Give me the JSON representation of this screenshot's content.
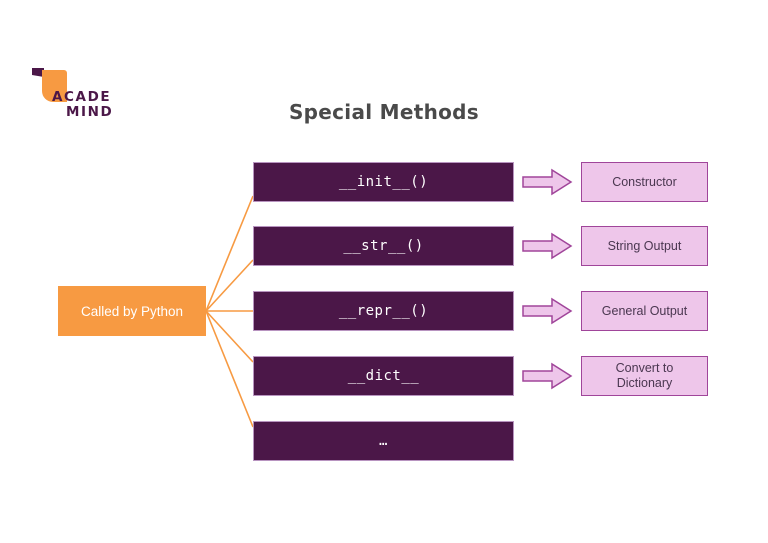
{
  "slide": {
    "title": "Special Methods",
    "background_color": "#ffffff",
    "title_color": "#4a4a4a"
  },
  "logo": {
    "line1": "ACADE",
    "line2": "MIND",
    "mark_icon": "academind-flag-icon",
    "mark_color": "#f79a42",
    "accent_color": "#4b1748",
    "text_color": "#4b1748"
  },
  "source": {
    "label": "Called by Python",
    "fill_color": "#f79a42",
    "text_color": "#ffffff"
  },
  "connector": {
    "color": "#f79a42",
    "icon": "fan-out-lines-icon"
  },
  "methods": [
    {
      "name": "__init__()",
      "arrow_icon": "arrow-right-icon",
      "result": "Constructor",
      "result_lines": [
        "Constructor"
      ],
      "has_result": true
    },
    {
      "name": "__str__()",
      "arrow_icon": "arrow-right-icon",
      "result": "String Output",
      "result_lines": [
        "String Output"
      ],
      "has_result": true
    },
    {
      "name": "__repr__()",
      "arrow_icon": "arrow-right-icon",
      "result": "General Output",
      "result_lines": [
        "General Output"
      ],
      "has_result": true
    },
    {
      "name": "__dict__",
      "arrow_icon": "arrow-right-icon",
      "result": "Convert to Dictionary",
      "result_lines": [
        "Convert to",
        "Dictionary"
      ],
      "has_result": true
    },
    {
      "name": "…",
      "arrow_icon": "",
      "result": "",
      "result_lines": [],
      "has_result": false
    }
  ],
  "colors": {
    "method_box_fill": "#4b1748",
    "method_box_border": "#b894c0",
    "method_text": "#ffffff",
    "result_fill": "#eec6ea",
    "result_border": "#a0459a",
    "result_text": "#4a3750",
    "arrow_fill": "#eec6ea",
    "arrow_border": "#a0459a"
  }
}
